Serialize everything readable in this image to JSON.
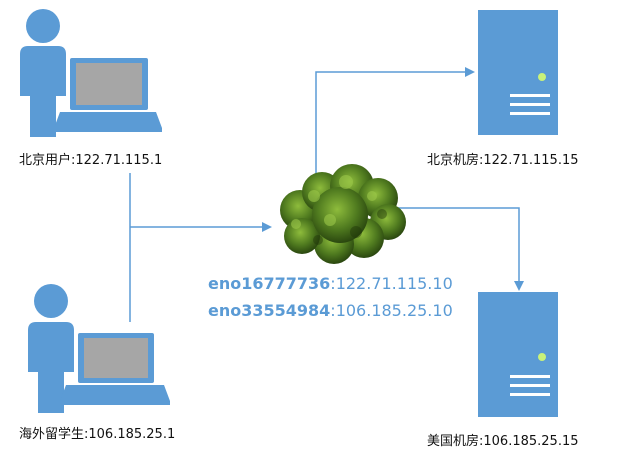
{
  "nodes": {
    "beijing_user": {
      "label": "北京用户:122.71.115.1",
      "icon": "user-with-laptop-icon"
    },
    "overseas_student": {
      "label": "海外留学生:106.185.25.1",
      "icon": "user-with-laptop-icon"
    },
    "beijing_server": {
      "label": "北京机房:122.71.115.15",
      "icon": "server-icon"
    },
    "us_server": {
      "label": "美国机房:106.185.25.15",
      "icon": "server-icon"
    },
    "router": {
      "icon": "network-cloud-icon"
    }
  },
  "interfaces": [
    {
      "name": "eno16777736",
      "sep": ":",
      "ip": "122.71.115.10"
    },
    {
      "name": "eno33554984",
      "sep": ":",
      "ip": "106.185.25.10"
    }
  ],
  "colors": {
    "person": "#5b9bd5",
    "server": "#5b9bd5",
    "line": "#5b9bd5",
    "interface_text": "#5b9bd5",
    "cloud": "#4f7a1f"
  }
}
